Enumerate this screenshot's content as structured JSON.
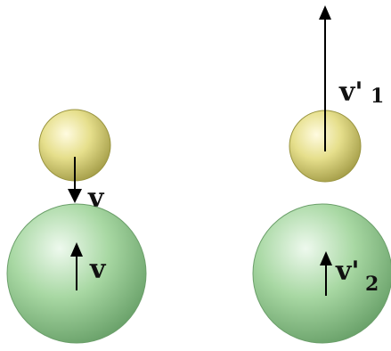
{
  "diagram": {
    "before": {
      "small_ball_label": "v",
      "large_ball_label": "v"
    },
    "after": {
      "small_ball_label_main": "v'",
      "small_ball_label_sub": "1",
      "large_ball_label_main": "v'",
      "large_ball_label_sub": "2"
    },
    "colors": {
      "small_ball": "#d8d178",
      "small_ball_highlight": "#fffde6",
      "large_ball": "#8fc88f",
      "large_ball_highlight": "#e6f6e6",
      "arrow": "#000000"
    }
  }
}
